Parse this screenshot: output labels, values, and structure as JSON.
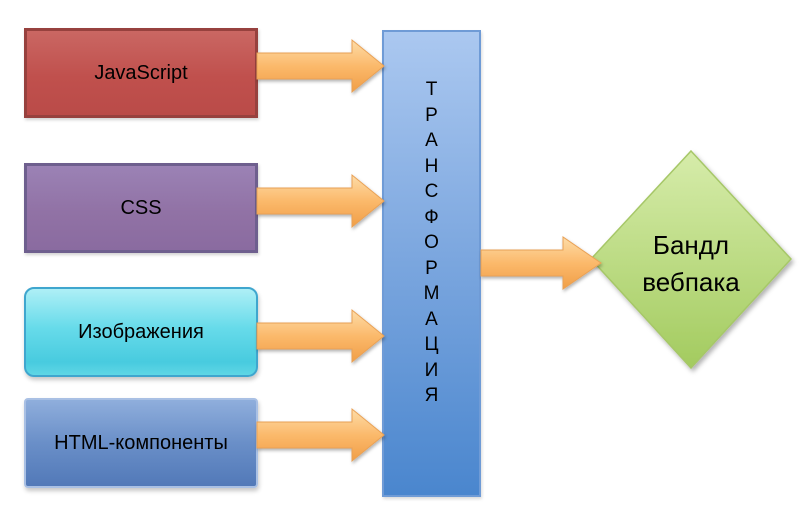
{
  "diagram": {
    "background_color": "#FFFFFF",
    "sources": [
      {
        "label": "JavaScript",
        "fill": "#C0504D",
        "border": "#97413E"
      },
      {
        "label": "CSS",
        "fill": "#9172A5",
        "border": "#6E5F8E"
      },
      {
        "label": "Изображения",
        "fill": "#4ECFE2",
        "border": "#3FA6CE"
      },
      {
        "label": "HTML-компоненты",
        "fill": "#6A8FC8",
        "border": "#A9C0E4"
      }
    ],
    "transformer": {
      "label": "ТРАНСФОРМАЦИЯ",
      "fill_top": "#ABC8F0",
      "fill_bottom": "#4A86CE",
      "border": "#6F9BD6"
    },
    "output": {
      "label": "Бандл вебпака",
      "line1": "Бандл",
      "line2": "вебпака",
      "fill_top": "#D6ECAA",
      "fill_bottom": "#A3CB5F",
      "border": "#A6C768"
    },
    "arrow": {
      "count": 5,
      "fill_top": "#FDDCA8",
      "fill_mid": "#FBB96B",
      "fill_bottom": "#F09E47",
      "border": "#E9A155"
    }
  }
}
